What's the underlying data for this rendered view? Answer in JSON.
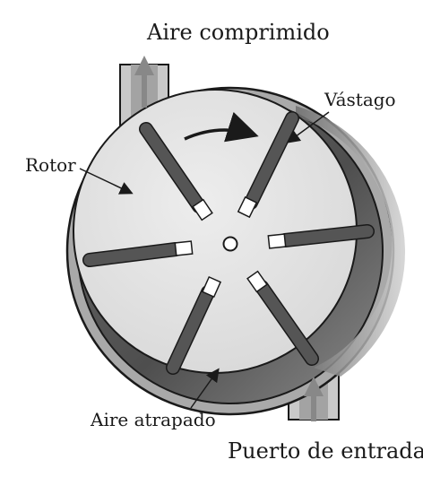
{
  "labels": {
    "outlet": "Aire comprimido",
    "vane": "Vástago",
    "rotor": "Rotor",
    "trapped_air": "Aire atrapado",
    "inlet": "Puerto de entrada"
  },
  "colors": {
    "casing_fill": "#a6a6a6",
    "casing_stroke": "#1a1a1a",
    "cavity": "#8c8c8c",
    "cavity_dark": "#5a5a5a",
    "rotor_fill": "#e3e3e3",
    "vane_fill": "#555555",
    "vane_tip": "#ffffff",
    "arrow_flow": "#8a8a8a",
    "pipe_fill": "#c8c8c8"
  },
  "icons": {
    "rotation": "curved-arrow-clockwise-icon",
    "flow": "straight-arrow-icon"
  }
}
